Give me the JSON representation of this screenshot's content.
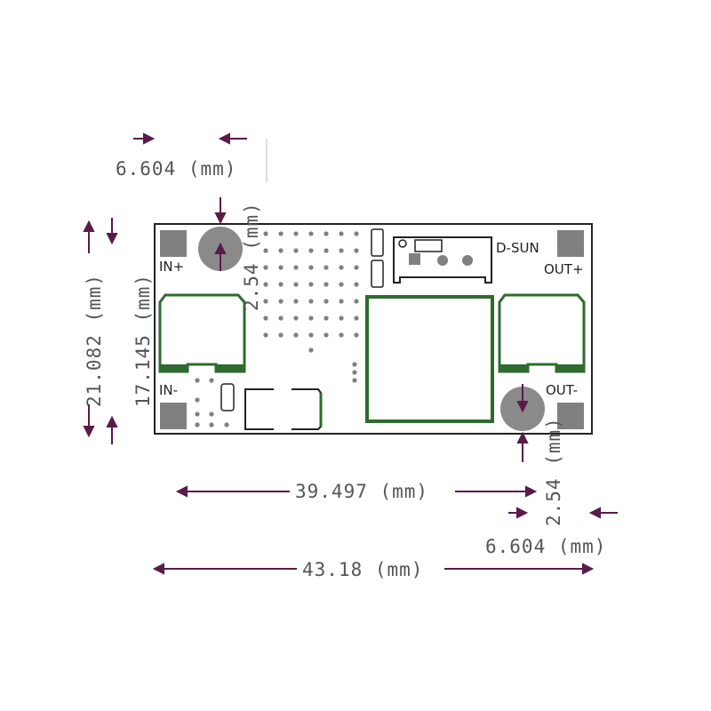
{
  "title": "D-SUN module dimension drawing",
  "board": {
    "brand": "D-SUN",
    "labels": {
      "in_plus": "IN+",
      "in_minus": "IN-",
      "out_plus": "OUT+",
      "out_minus": "OUT-"
    }
  },
  "dimensions": {
    "top_hole_offset": "6.604 (mm)",
    "top_hole_diameter": "2.54 (mm)",
    "overall_height": "21.082 (mm)",
    "hole_spacing_vertical": "17.145 (mm)",
    "bottom_hole_diameter": "2.54 (mm)",
    "hole_spacing_horizontal": "39.497 (mm)",
    "bottom_hole_offset": "6.604 (mm)",
    "overall_width": "43.18 (mm)"
  },
  "colors": {
    "arrow": "#5a1a4a",
    "outline": "#2e6b2e",
    "pad": "#808080",
    "board_border": "#222222"
  }
}
